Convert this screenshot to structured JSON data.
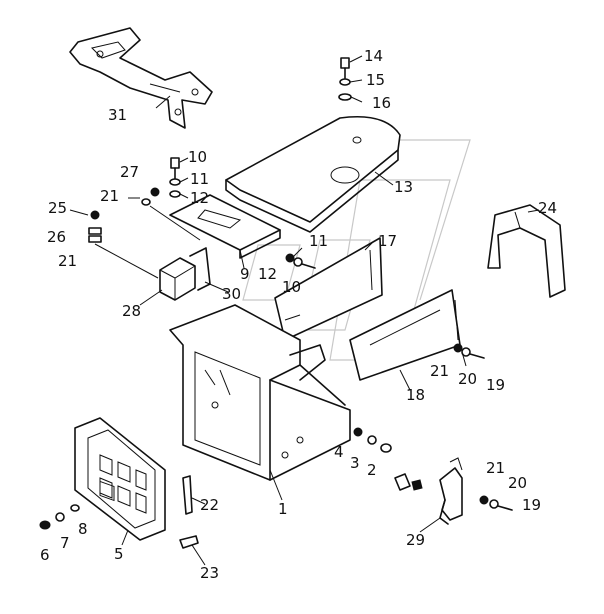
{
  "labels": [
    {
      "id": "1",
      "text": "1"
    },
    {
      "id": "2",
      "text": "2"
    },
    {
      "id": "3",
      "text": "3"
    },
    {
      "id": "4",
      "text": "4"
    },
    {
      "id": "5",
      "text": "5"
    },
    {
      "id": "6",
      "text": "6"
    },
    {
      "id": "7",
      "text": "7"
    },
    {
      "id": "8",
      "text": "8"
    },
    {
      "id": "9",
      "text": "9"
    },
    {
      "id": "10a",
      "text": "10"
    },
    {
      "id": "10b",
      "text": "10"
    },
    {
      "id": "11a",
      "text": "11"
    },
    {
      "id": "11b",
      "text": "11"
    },
    {
      "id": "12a",
      "text": "12"
    },
    {
      "id": "12b",
      "text": "12"
    },
    {
      "id": "13",
      "text": "13"
    },
    {
      "id": "14",
      "text": "14"
    },
    {
      "id": "15",
      "text": "15"
    },
    {
      "id": "16",
      "text": "16"
    },
    {
      "id": "17",
      "text": "17"
    },
    {
      "id": "18",
      "text": "18"
    },
    {
      "id": "19a",
      "text": "19"
    },
    {
      "id": "19b",
      "text": "19"
    },
    {
      "id": "20a",
      "text": "20"
    },
    {
      "id": "20b",
      "text": "20"
    },
    {
      "id": "21a",
      "text": "21"
    },
    {
      "id": "21b",
      "text": "21"
    },
    {
      "id": "21c",
      "text": "21"
    },
    {
      "id": "21d",
      "text": "21"
    },
    {
      "id": "22",
      "text": "22"
    },
    {
      "id": "23",
      "text": "23"
    },
    {
      "id": "24",
      "text": "24"
    },
    {
      "id": "25",
      "text": "25"
    },
    {
      "id": "26",
      "text": "26"
    },
    {
      "id": "27",
      "text": "27"
    },
    {
      "id": "28",
      "text": "28"
    },
    {
      "id": "29",
      "text": "29"
    },
    {
      "id": "30",
      "text": "30"
    },
    {
      "id": "31",
      "text": "31"
    }
  ]
}
